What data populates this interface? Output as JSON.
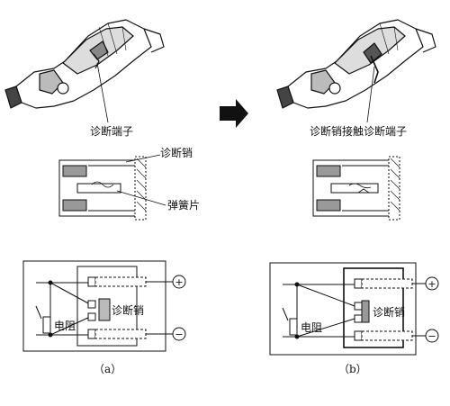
{
  "panel_a": {
    "connector_label": "诊断端子",
    "pin_label": "诊断销",
    "spring_label": "弹簧片",
    "circuit_pin_label": "诊断销",
    "resistor_label": "电阻",
    "plus_symbol": "+",
    "minus_symbol": "−",
    "caption": "（a）"
  },
  "panel_b": {
    "connector_label": "诊断销接触诊断端子",
    "circuit_pin_label": "诊断销",
    "resistor_label": "电阻",
    "plus_symbol": "+",
    "minus_symbol": "−",
    "caption": "（b）"
  },
  "arrow_icon": "right-arrow",
  "colors": {
    "ink": "#111111",
    "background": "#ffffff"
  }
}
